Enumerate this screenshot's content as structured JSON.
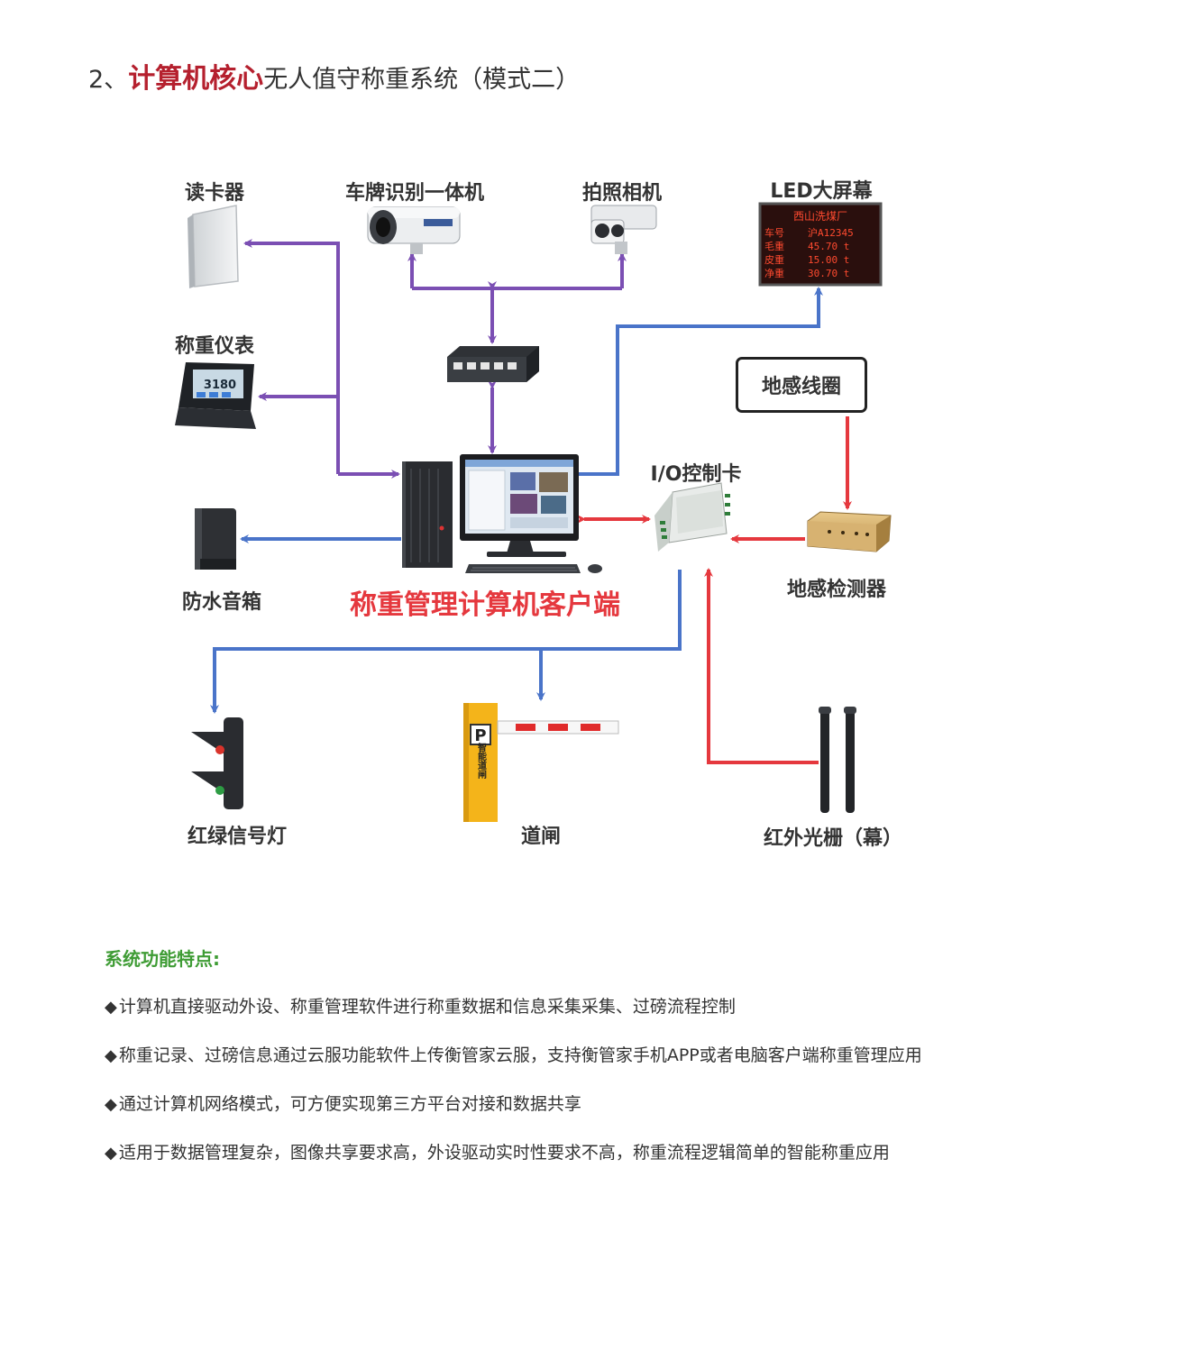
{
  "title": {
    "prefix": "2、",
    "accent": "计算机核心",
    "rest": "无人值守称重系统（模式二）"
  },
  "labels": {
    "card_reader": "读卡器",
    "plate_camera": "车牌识别一体机",
    "photo_camera": "拍照相机",
    "led_screen": "LED大屏幕",
    "weighing_indicator": "称重仪表",
    "loop_coil": "地感线圈",
    "io_card": "I/O控制卡",
    "speaker": "防水音箱",
    "client": "称重管理计算机客户端",
    "loop_detector": "地感检测器",
    "traffic_light": "红绿信号灯",
    "barrier_gate": "道闸",
    "infrared_grating": "红外光栅（幕）"
  },
  "led_display": {
    "company": "西山洗煤厂",
    "rows": [
      {
        "key": "车号",
        "value": "沪A12345"
      },
      {
        "key": "毛重",
        "value": "45.70  t"
      },
      {
        "key": "皮重",
        "value": "15.00  t"
      },
      {
        "key": "净重",
        "value": "30.70  t"
      }
    ]
  },
  "indicator_display": "3180",
  "gate_text": {
    "logo": "P",
    "vertical": "智能道闸"
  },
  "features": {
    "title": "系统功能特点:",
    "bullet": "◆",
    "items": [
      "计算机直接驱动外设、称重管理软件进行称重数据和信息采集采集、过磅流程控制",
      "称重记录、过磅信息通过云服功能软件上传衡管家云服，支持衡管家手机APP或者电脑客户端称重管理应用",
      "通过计算机网络模式，可方便实现第三方平台对接和数据共享",
      "适用于数据管理复杂，图像共享要求高，外设驱动实时性要求不高，称重流程逻辑简单的智能称重应用"
    ]
  },
  "colors": {
    "purple": "#7b4fb3",
    "blue": "#4a74c9",
    "red": "#e5383e",
    "accent_title": "#b5202e",
    "feature_title": "#3f9c35"
  }
}
